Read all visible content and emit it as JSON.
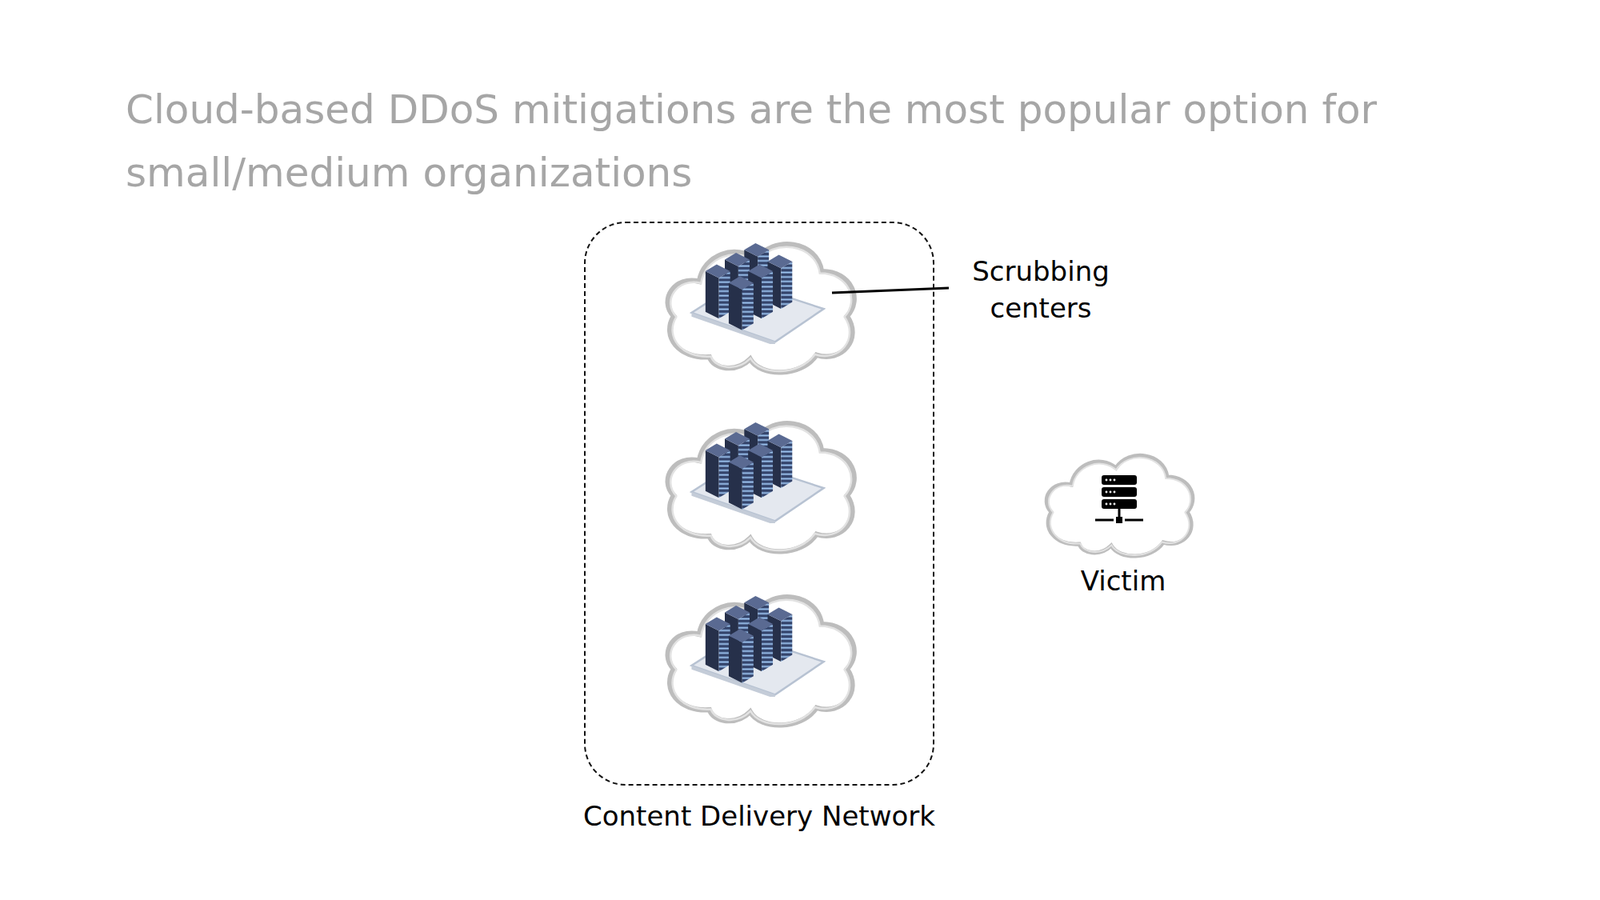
{
  "diagram": {
    "title": "Cloud-based DDoS mitigations are the most popular option for small/medium organizations",
    "nodes": [
      {
        "text": [
          "Content Delivery Network"
        ]
      },
      {
        "text": [
          "Victim"
        ]
      }
    ],
    "labels": [
      "Scrubbing centers"
    ]
  }
}
